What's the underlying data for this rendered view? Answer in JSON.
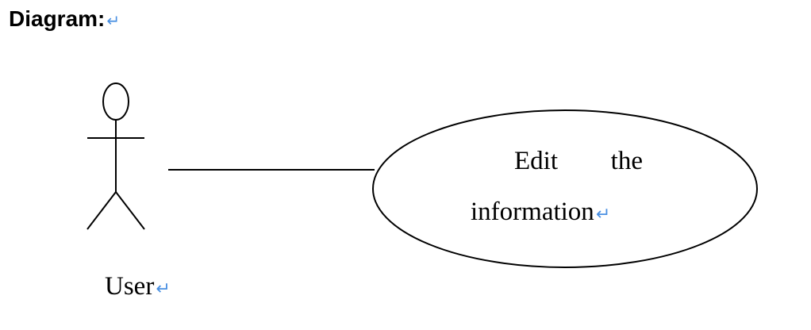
{
  "heading": {
    "text": "Diagram:",
    "return_mark": "↵"
  },
  "actor": {
    "label": "User",
    "return_mark": "↵"
  },
  "use_case": {
    "line1_word1": "Edit",
    "line1_word2": "the",
    "line2": "information",
    "return_mark": "↵"
  },
  "colors": {
    "text": "#000000",
    "formatting_mark": "#4a90e2"
  },
  "icons": [
    "stick-figure-actor-icon",
    "paragraph-return-icon"
  ]
}
